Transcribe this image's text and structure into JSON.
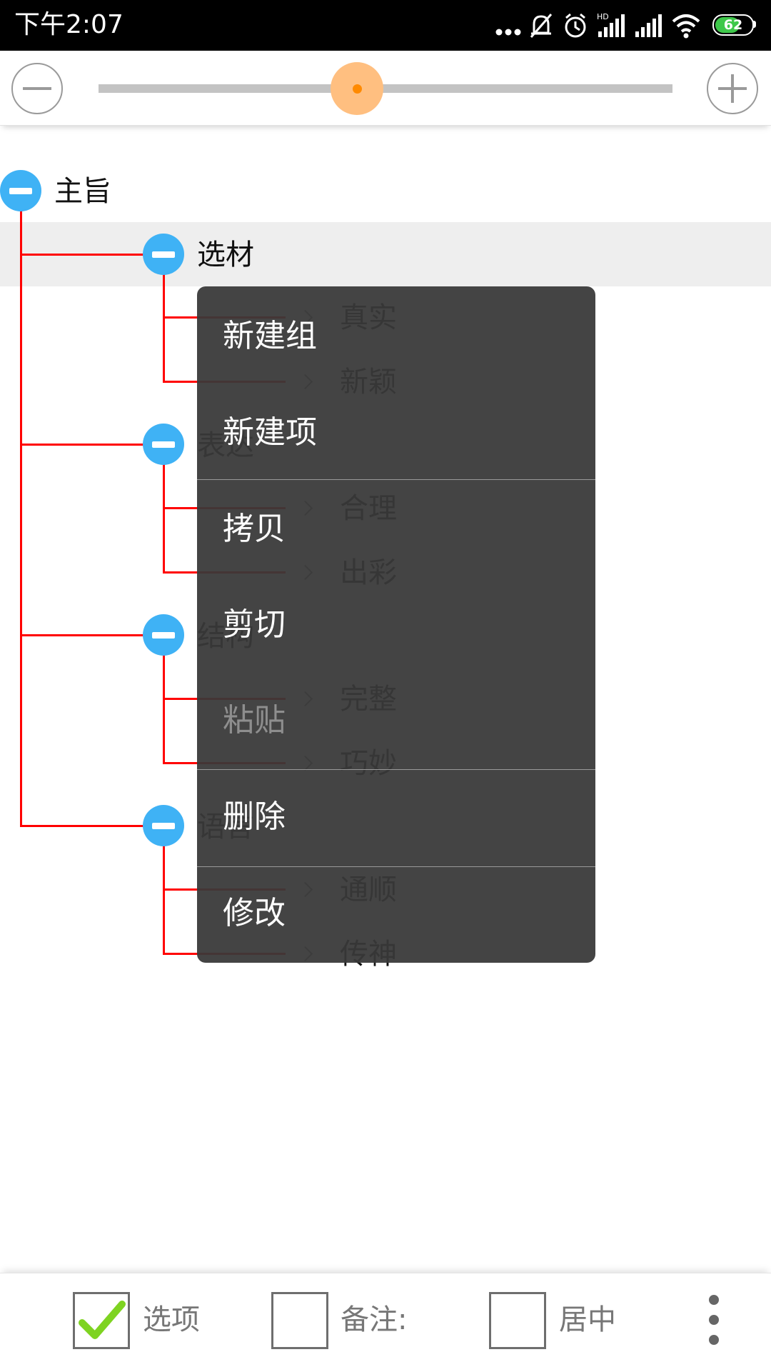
{
  "status_bar": {
    "time": "下午2:07",
    "battery_level": "62",
    "icons": [
      "more-dots-icon",
      "mute-icon",
      "alarm-icon",
      "hd-signal-icon",
      "signal-icon",
      "wifi-icon",
      "battery-icon"
    ]
  },
  "zoom": {
    "minus_icon": "minus-icon",
    "plus_icon": "plus-icon",
    "level": 0.45
  },
  "tree": {
    "root": "主旨",
    "children": [
      {
        "label": "选材",
        "items": [
          "真实",
          "新颖"
        ]
      },
      {
        "label": "表达",
        "items": [
          "合理",
          "出彩"
        ]
      },
      {
        "label": "结构",
        "items": [
          "完整",
          "巧妙"
        ]
      },
      {
        "label": "语言",
        "items": [
          "通顺",
          "传神"
        ]
      }
    ],
    "line_color": "#ff0000",
    "node_color": "#3fb2f5"
  },
  "context_menu": {
    "items": [
      {
        "label": "新建组",
        "enabled": true
      },
      {
        "label": "新建项",
        "enabled": true
      },
      {
        "label": "拷贝",
        "enabled": true
      },
      {
        "label": "剪切",
        "enabled": true
      },
      {
        "label": "粘贴",
        "enabled": false
      },
      {
        "label": "删除",
        "enabled": true
      },
      {
        "label": "修改",
        "enabled": true
      }
    ]
  },
  "bottom_bar": {
    "options_label": "选项",
    "options_checked": true,
    "note_label": "备注:",
    "note_checked": false,
    "center_label": "居中",
    "center_checked": false,
    "more_icon": "more-vertical-icon"
  }
}
